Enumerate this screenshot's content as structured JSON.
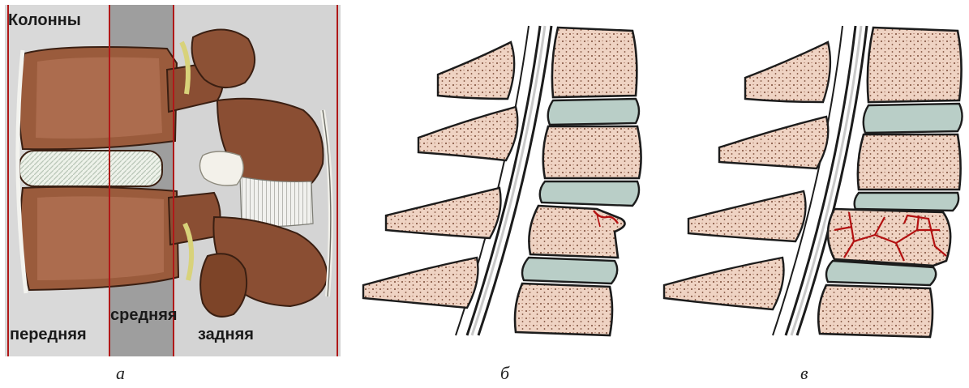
{
  "panel_a": {
    "title": "Колонны",
    "columns": [
      "передняя",
      "средняя",
      "задняя"
    ],
    "caption": "а"
  },
  "panel_b": {
    "caption": "б"
  },
  "panel_c": {
    "caption": "в"
  },
  "colors": {
    "bone_outline": "#3a1f12",
    "bone_fill": "#e3b7a4",
    "cancellous": "#efd3c3",
    "disc": "#b9cec7",
    "column_middle_band": "#9c9c9c",
    "column_bg": "#d6d6d6",
    "divider": "#b01818",
    "fracture": "#b31111"
  }
}
